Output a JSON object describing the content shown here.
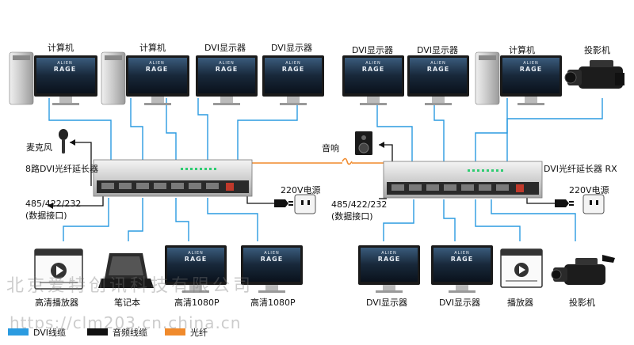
{
  "labels": {
    "computer_1": "计算机",
    "computer_2": "计算机",
    "dvi_display_1": "DVI显示器",
    "dvi_display_2": "DVI显示器",
    "dvi_display_3": "DVI显示器",
    "dvi_display_4": "DVI显示器",
    "computer_3": "计算机",
    "projector_top": "投影机",
    "microphone": "麦克风",
    "speaker": "音响",
    "tx_unit": "8路DVI光纤延长器",
    "rx_unit": "DVI光纤延长器 RX",
    "power_tx": "220V电源",
    "power_rx": "220V电源",
    "data_port_tx_line1": "485/422/232",
    "data_port_tx_line2": "(数据接口)",
    "data_port_rx_line1": "485/422/232",
    "data_port_rx_line2": "(数据接口)",
    "hd_player": "高清播放器",
    "laptop": "笔记本",
    "hd1080p_1": "高清1080P",
    "hd1080p_2": "高清1080P",
    "dvi_display_bottom_1": "DVI显示器",
    "dvi_display_bottom_2": "DVI显示器",
    "player": "播放器",
    "projector_bottom": "投影机"
  },
  "screen_text": {
    "line1": "ALIEN",
    "line2": "RAGE"
  },
  "legend": [
    {
      "label": "DVI线缆",
      "color": "#2b9be0"
    },
    {
      "label": "音频线缆",
      "color": "#111111"
    },
    {
      "label": "光纤",
      "color": "#f08a2c"
    }
  ],
  "watermark": {
    "company": "北京爱特创讯科技有限公司",
    "url": "https://clm203.cn.china.cn"
  }
}
